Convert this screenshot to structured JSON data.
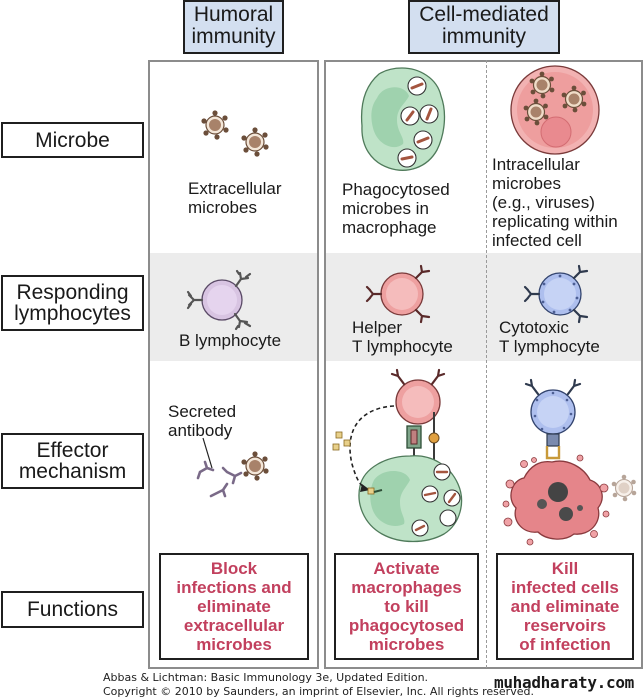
{
  "column_headers": {
    "humoral": "Humoral\nimmunity",
    "cell_mediated": "Cell-mediated\nimmunity"
  },
  "row_labels": {
    "microbe": "Microbe",
    "responding_lymphocytes": "Responding\nlymphocytes",
    "effector_mechanism": "Effector\nmechanism",
    "functions": "Functions"
  },
  "microbe_row": {
    "humoral": "Extracellular\nmicrobes",
    "cell_mediated_helper": "Phagocytosed\nmicrobes in\nmacrophage",
    "cell_mediated_cytotoxic": "Intracellular\nmicrobes\n(e.g., viruses)\nreplicating within\ninfected cell"
  },
  "lymphocyte_row": {
    "humoral": "B lymphocyte",
    "cell_mediated_helper": "Helper\nT lymphocyte",
    "cell_mediated_cytotoxic": "Cytotoxic\nT lymphocyte"
  },
  "effector_row": {
    "humoral_label": "Secreted\nantibody"
  },
  "functions_row": {
    "humoral": "Block\ninfections and\neliminate\nextracellular\nmicrobes",
    "cell_mediated_helper": "Activate\nmacrophages\nto kill\nphagocytosed\nmicrobes",
    "cell_mediated_cytotoxic": "Kill\ninfected cells\nand eliminate\nreservoirs\nof infection"
  },
  "credit": {
    "line1": "Abbas & Lichtman: Basic Immunology 3e, Updated Edition.",
    "line2": "Copyright © 2010 by Saunders, an imprint of Elsevier, Inc. All rights reserved."
  },
  "watermark": "muhadharaty.com",
  "colors": {
    "header_fill": "#d3dff0",
    "function_text": "#c2405e",
    "band_fill": "#ececec",
    "macrophage": "#bfe3c8",
    "helper_t": "#eea0a0",
    "cytotoxic_t": "#aebfee",
    "b_cell": "#d8c4e2",
    "microbe": "#8a6a55",
    "infected_cell": "#e5858a"
  }
}
